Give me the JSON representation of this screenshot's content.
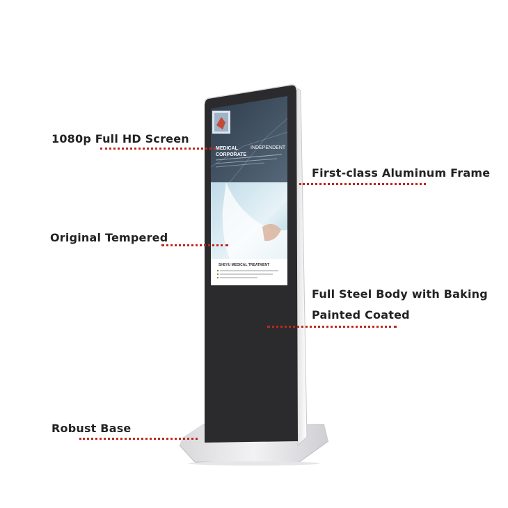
{
  "callouts": {
    "screen": "1080p Full HD Screen",
    "frame": "First-class Aluminum Frame",
    "glass": "Original Tempered",
    "body_line1": "Full Steel Body with Baking",
    "body_line2": "Painted Coated",
    "base": "Robust Base"
  },
  "display": {
    "headline_1": "MEDICAL",
    "headline_2": "CORPORATE",
    "headline_3": "INDEPENDENT",
    "footer_title": "SHEYU MEDICAL TREATMENT"
  },
  "colors": {
    "leader": "#c0271f",
    "label": "#222222"
  }
}
